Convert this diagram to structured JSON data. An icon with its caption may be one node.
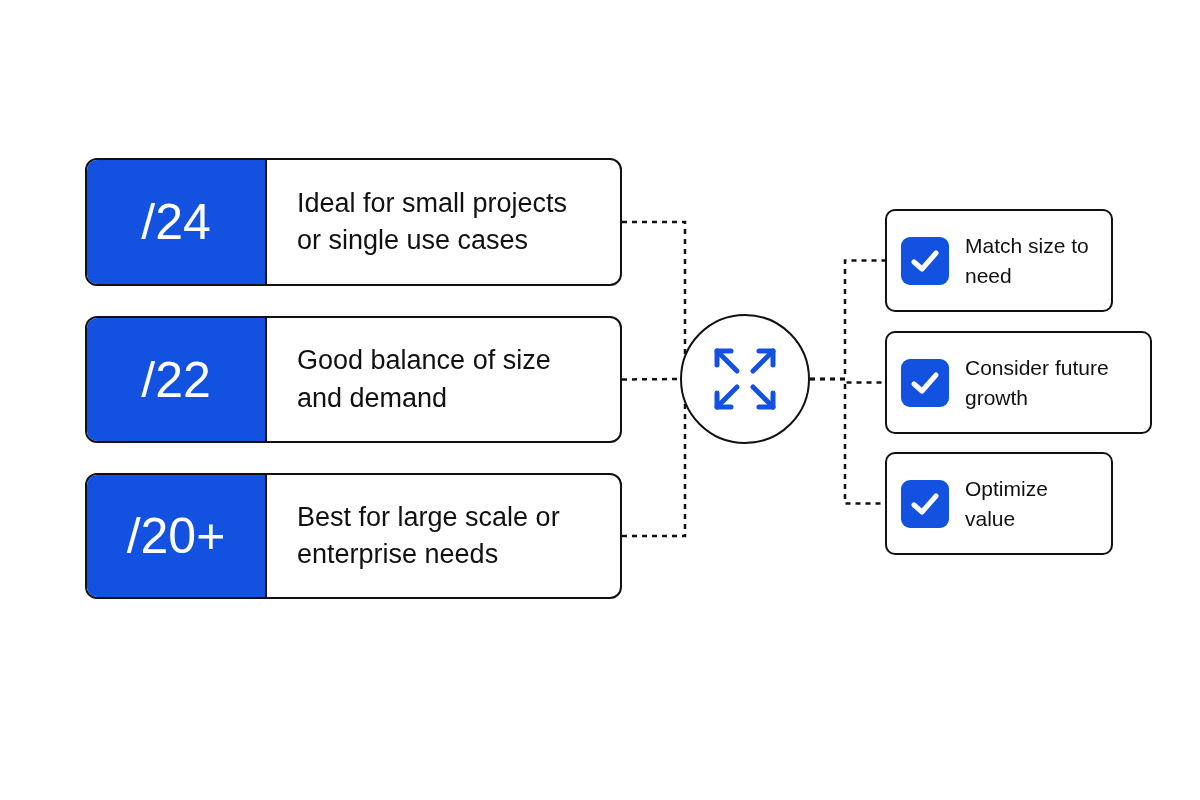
{
  "diagram": {
    "nodes": [
      {
        "text": [
          "/24",
          "Ideal for small projects or single use cases"
        ]
      },
      {
        "text": [
          "/22",
          "Good balance of size and demand"
        ]
      },
      {
        "text": [
          "/20+",
          "Best for large scale or enterprise needs"
        ]
      },
      {
        "text": [],
        "shape": "circle"
      },
      {
        "text": [
          "Match size to need"
        ]
      },
      {
        "text": [
          "Consider future growth"
        ]
      },
      {
        "text": [
          "Optimize value"
        ]
      }
    ],
    "edges": [
      {
        "from": 0,
        "to": 3,
        "arrow": "none",
        "style": "dashed"
      },
      {
        "from": 1,
        "to": 3,
        "arrow": "none",
        "style": "dashed"
      },
      {
        "from": 2,
        "to": 3,
        "arrow": "none",
        "style": "dashed"
      },
      {
        "from": 3,
        "to": 4,
        "arrow": "none",
        "style": "dashed"
      },
      {
        "from": 3,
        "to": 5,
        "arrow": "none",
        "style": "dashed"
      },
      {
        "from": 3,
        "to": 6,
        "arrow": "none",
        "style": "dashed"
      }
    ]
  }
}
